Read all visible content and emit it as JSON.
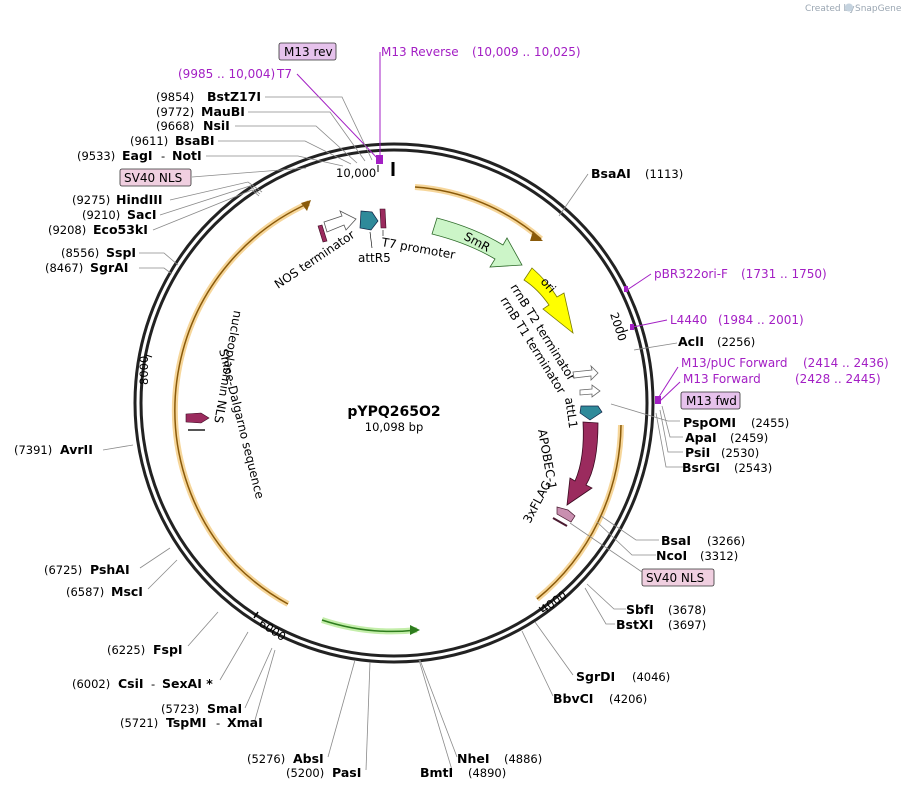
{
  "watermark": {
    "prefix": "Created by",
    "brand": "SnapGene"
  },
  "plasmid": {
    "name": "pYPQ265O2",
    "length": "10,098 bp"
  },
  "ticks": {
    "t10000": "10,000",
    "t2000": "2000",
    "t4000": "4000",
    "t6000": "6000",
    "t8000": "8000"
  },
  "primers": {
    "m13rev_box": "M13 rev",
    "m13reverse_name": "M13 Reverse",
    "m13reverse_range": "(10,009 .. 10,025)",
    "t7_range": "(9985 .. 10,004)",
    "t7_name": "T7",
    "pbr_name": "pBR322ori-F",
    "pbr_range": "(1731 .. 1750)",
    "l4440_name": "L4440",
    "l4440_range": "(1984 .. 2001)",
    "m13puc_name": "M13/pUC Forward",
    "m13puc_range": "(2414 .. 2436)",
    "m13fwd_name": "M13 Forward",
    "m13fwd_range": "(2428 .. 2445)",
    "m13fwd_box": "M13 fwd"
  },
  "boxes": {
    "sv40_top": "SV40 NLS",
    "sv40_bottom": "SV40 NLS"
  },
  "enzymes_left": [
    {
      "pos": "(9854)",
      "name": "BstZ17I"
    },
    {
      "pos": "(9772)",
      "name": "MauBI"
    },
    {
      "pos": "(9668)",
      "name": "NsiI"
    },
    {
      "pos": "(9611)",
      "name": "BsaBI"
    },
    {
      "pos": "(9533)",
      "name": "EagI",
      "sep": "-",
      "name2": "NotI"
    },
    {
      "pos": "(9275)",
      "name": "HindIII"
    },
    {
      "pos": "(9210)",
      "name": "SacI"
    },
    {
      "pos": "(9208)",
      "name": "Eco53kI"
    },
    {
      "pos": "(8556)",
      "name": "SspI"
    },
    {
      "pos": "(8467)",
      "name": "SgrAI"
    },
    {
      "pos": "(7391)",
      "name": "AvrII"
    },
    {
      "pos": "(6725)",
      "name": "PshAI"
    },
    {
      "pos": "(6587)",
      "name": "MscI"
    },
    {
      "pos": "(6225)",
      "name": "FspI"
    },
    {
      "pos": "(6002)",
      "name": "CsiI",
      "sep": "-",
      "name2": "SexAI *"
    },
    {
      "pos": "(5723)",
      "name": "SmaI"
    },
    {
      "pos": "(5721)",
      "name": "TspMI",
      "sep": "-",
      "name2": "XmaI"
    },
    {
      "pos": "(5276)",
      "name": "AbsI"
    },
    {
      "pos": "(5200)",
      "name": "PasI"
    }
  ],
  "enzymes_right": [
    {
      "name": "BsaAI",
      "pos": "(1113)"
    },
    {
      "name": "AclI",
      "pos": "(2256)"
    },
    {
      "name": "PspOMI",
      "pos": "(2455)"
    },
    {
      "name": "ApaI",
      "pos": "(2459)"
    },
    {
      "name": "PsiI",
      "pos": "(2530)"
    },
    {
      "name": "BsrGI",
      "pos": "(2543)"
    },
    {
      "name": "BsaI",
      "pos": "(3266)"
    },
    {
      "name": "NcoI",
      "pos": "(3312)"
    },
    {
      "name": "SbfI",
      "pos": "(3678)"
    },
    {
      "name": "BstXI",
      "pos": "(3697)"
    },
    {
      "name": "SgrDI",
      "pos": "(4046)"
    },
    {
      "name": "BbvCI",
      "pos": "(4206)"
    },
    {
      "name": "NheI",
      "pos": "(4886)"
    },
    {
      "name": "BmtI",
      "pos": "(4890)"
    }
  ],
  "features": {
    "smr": "SmR",
    "ori": "ori",
    "rrnb_t2": "rrnB T2 terminator",
    "rrnb_t1": "rrnB T1 terminator",
    "attl1": "attL1",
    "apobec": "APOBEC-1",
    "flag": "3xFLAG",
    "nos": "NOS terminator",
    "attr5": "attR5",
    "t7prom": "T7 promoter",
    "nucleo": "nucleoplasmin NLS",
    "shine": "Shine-Dalgarno sequence"
  },
  "colors": {
    "smr": "#ccf5c8",
    "ori": "#ffff00",
    "apobec": "#9b2b5e",
    "attl": "#2f8a9a",
    "primer": "#a31fc4",
    "orf": "#f0a830",
    "green_orf": "#4caf3a"
  }
}
